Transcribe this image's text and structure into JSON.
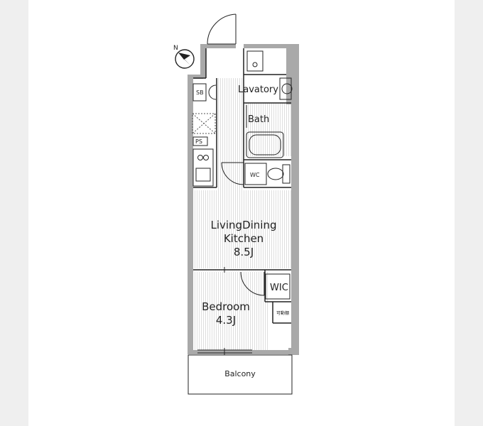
{
  "plan": {
    "north": "N",
    "rooms": {
      "ldk_name_1": "LivingDining",
      "ldk_name_2": "Kitchen",
      "ldk_size": "8.5J",
      "bedroom_name": "Bedroom",
      "bedroom_size": "4.3J",
      "lavatory": "Lavatory",
      "bath": "Bath",
      "wc": "WC",
      "wic": "WIC",
      "sb": "SB",
      "ps": "PS",
      "storage": "可動棚",
      "balcony": "Balcony"
    }
  }
}
